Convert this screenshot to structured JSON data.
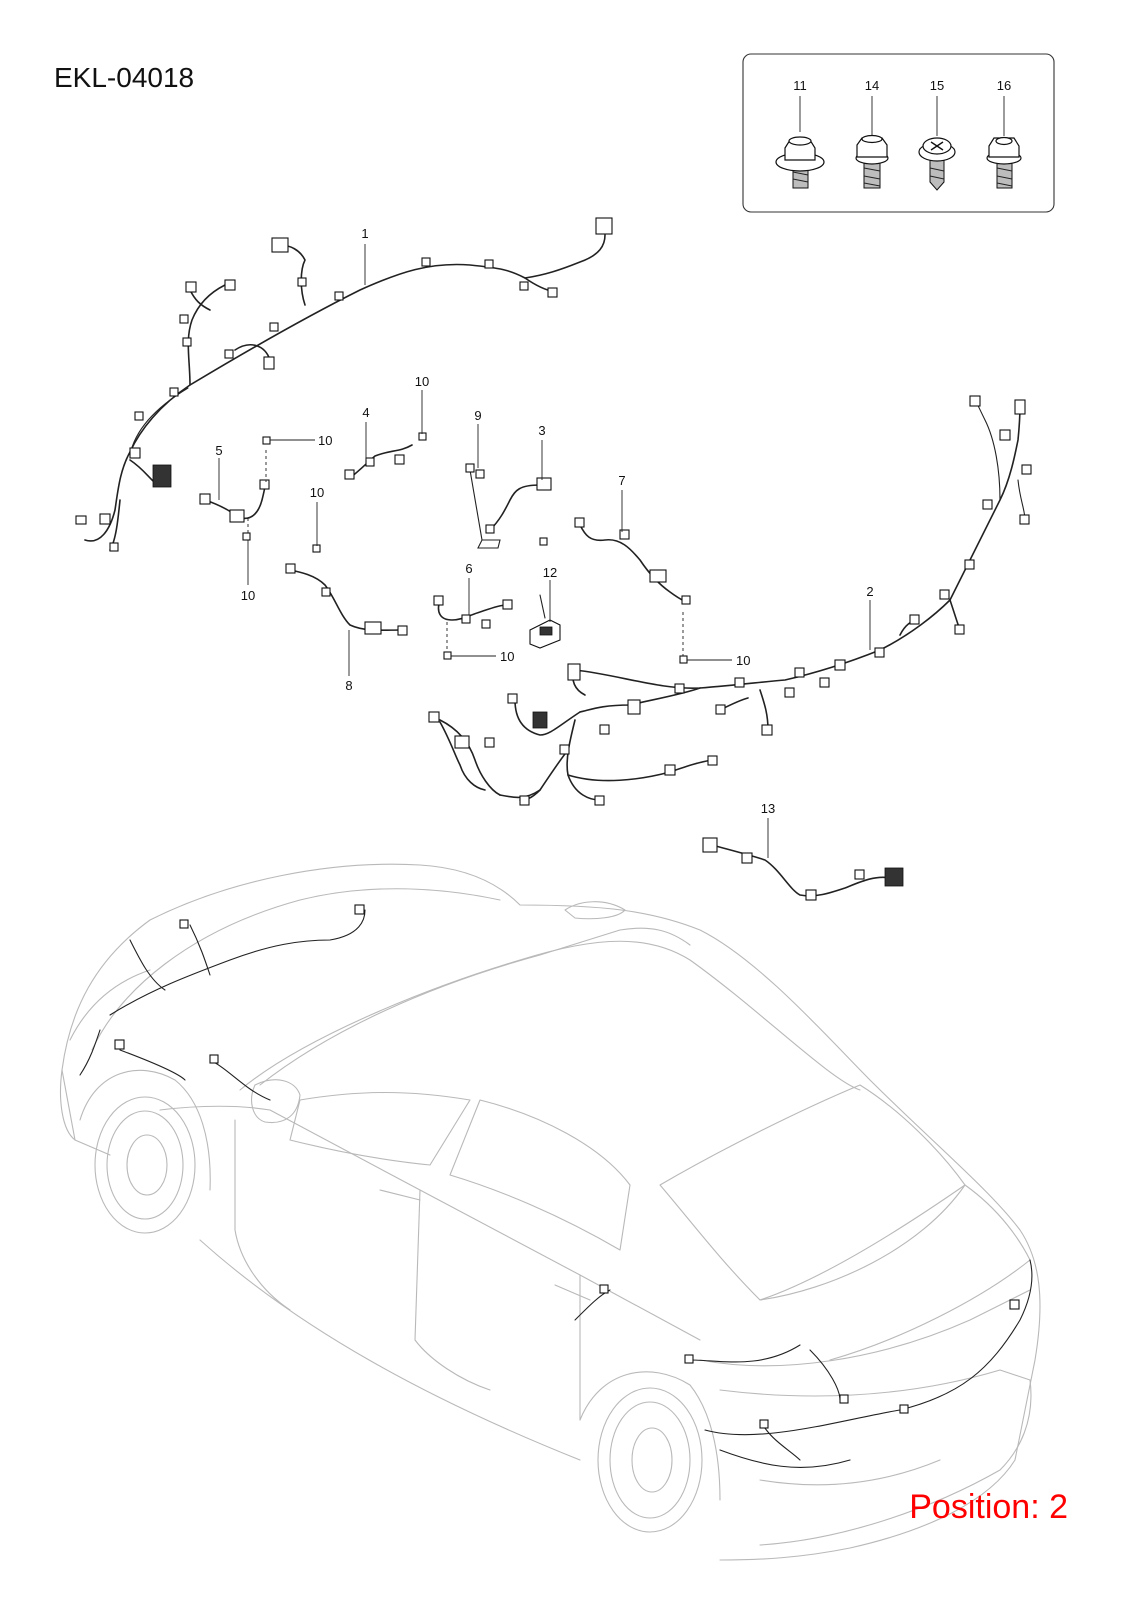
{
  "title": "EKL-04018",
  "position_label": "Position: 2",
  "position_color": "#ff0000",
  "fasteners": [
    {
      "number": "11",
      "icon": "flange-bolt-icon"
    },
    {
      "number": "14",
      "icon": "bolt-icon"
    },
    {
      "number": "15",
      "icon": "cross-head-bolt-icon"
    },
    {
      "number": "16",
      "icon": "hex-bolt-icon"
    }
  ],
  "callouts": {
    "c1": "1",
    "c2": "2",
    "c3": "3",
    "c4": "4",
    "c5": "5",
    "c6": "6",
    "c7": "7",
    "c8": "8",
    "c9": "9",
    "c10a": "10",
    "c10b": "10",
    "c10c": "10",
    "c10d": "10",
    "c10e": "10",
    "c10f": "10",
    "c12": "12",
    "c13": "13"
  }
}
